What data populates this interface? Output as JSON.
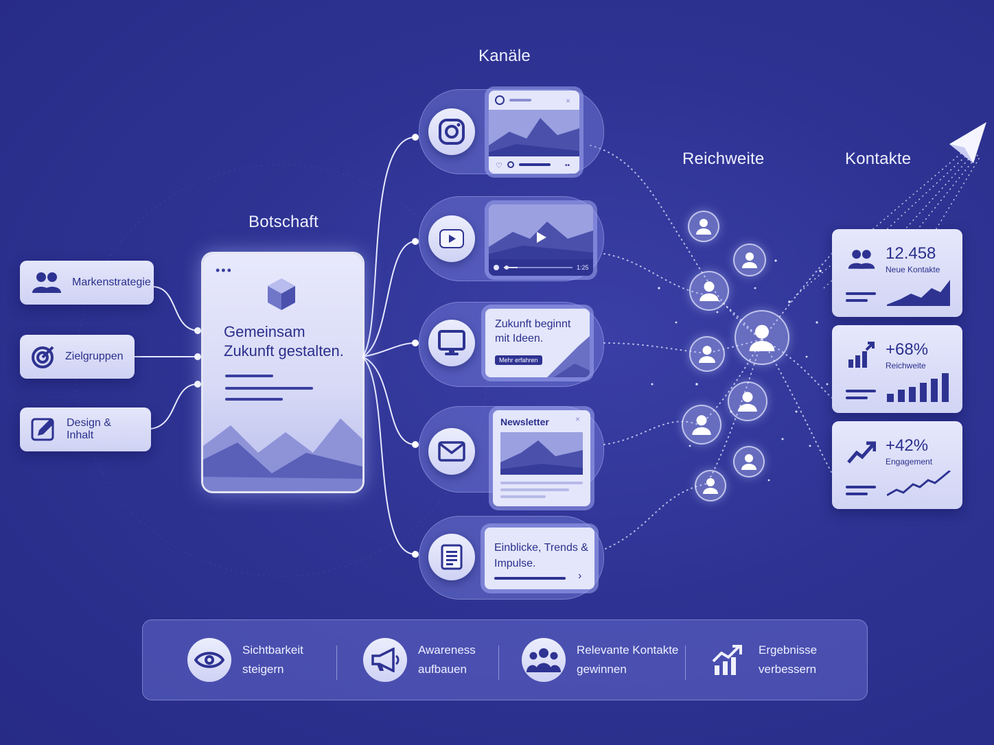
{
  "headings": {
    "kanaele": "Kanäle",
    "botschaft": "Botschaft",
    "reichweite": "Reichweite",
    "kontakte": "Kontakte"
  },
  "inputs": [
    {
      "label": "Markenstrategie",
      "icon": "people-icon"
    },
    {
      "label": "Zielgruppen",
      "icon": "target-icon"
    },
    {
      "label": "Design & Inhalt",
      "icon": "pencil-icon"
    }
  ],
  "message": {
    "headline": "Gemeinsam Zukunft gestalten.",
    "menu": "•••"
  },
  "channels": {
    "instagram": {
      "icon": "instagram-icon"
    },
    "video": {
      "icon": "play-icon",
      "duration": "1:25"
    },
    "web": {
      "icon": "monitor-icon",
      "headline": "Zukunft beginnt mit Ideen.",
      "button": "Mehr erfahren"
    },
    "newsletter": {
      "icon": "mail-icon",
      "title": "Newsletter"
    },
    "blog": {
      "icon": "document-icon",
      "text": "Einblicke, Trends & Impulse."
    }
  },
  "stats": [
    {
      "value": "12.458",
      "label": "Neue Kontakte",
      "icon": "people-icon"
    },
    {
      "value": "+68%",
      "label": "Reichweite",
      "icon": "bar-growth-icon"
    },
    {
      "value": "+42%",
      "label": "Engagement",
      "icon": "trend-arrow-icon"
    }
  ],
  "benefits": [
    {
      "label": "Sichtbarkeit steigern",
      "icon": "eye-icon"
    },
    {
      "label": "Awareness aufbauen",
      "icon": "megaphone-icon"
    },
    {
      "label": "Relevante Kontakte gewinnen",
      "icon": "group-icon"
    },
    {
      "label": "Ergebnisse verbessern",
      "icon": "chart-up-icon"
    }
  ],
  "colors": {
    "background": "#2e3393",
    "card": "#e4e6fb",
    "ink": "#2a2f8c",
    "glow": "#ffffff"
  }
}
